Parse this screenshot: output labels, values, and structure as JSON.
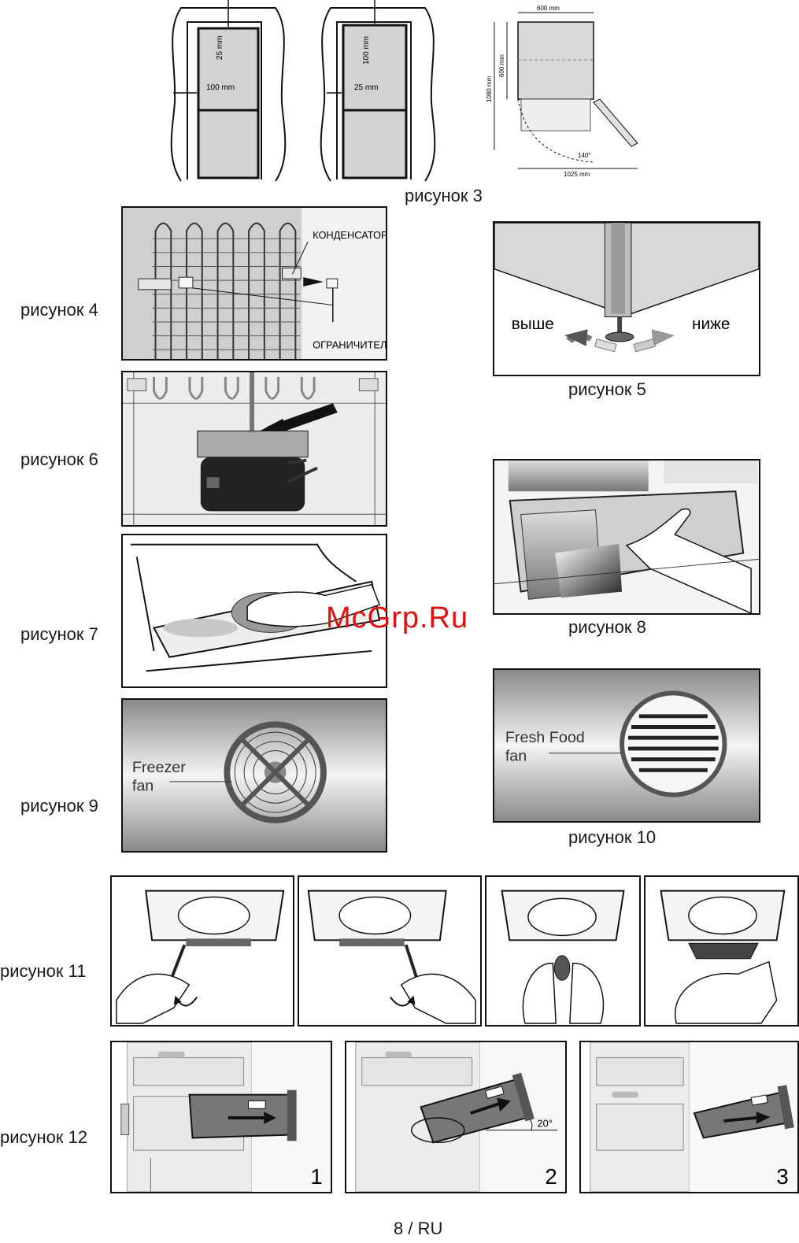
{
  "figures": {
    "fig3": {
      "caption": "рисунок 3",
      "labels": {
        "d25_top": "25 mm",
        "d100_side": "100 mm",
        "d100_top": "100 mm",
        "d25_side": "25 mm",
        "w600": "600 mm",
        "d600": "600 mm",
        "h1080": "1080 mm",
        "angle": "140°",
        "w1025": "1025 mm"
      }
    },
    "fig4": {
      "caption": "рисунок 4",
      "condenser": "КОНДЕНСАТОР",
      "limiter": "ОГРАНИЧИТЕЛЬ"
    },
    "fig5": {
      "caption": "рисунок 5",
      "higher": "выше",
      "lower": "ниже"
    },
    "fig6": {
      "caption": "рисунок 6"
    },
    "fig7": {
      "caption": "рисунок 7"
    },
    "fig8": {
      "caption": "рисунок 8"
    },
    "fig9": {
      "caption": "рисунок 9",
      "label_line1": "Freezer",
      "label_line2": "fan"
    },
    "fig10": {
      "caption": "рисунок 10",
      "label_line1": "Fresh Food",
      "label_line2": "fan"
    },
    "fig11": {
      "caption": "рисунок 11"
    },
    "fig12": {
      "caption": "рисунок 12",
      "step1": "1",
      "step2": "2",
      "step3": "3",
      "angle": "20°"
    }
  },
  "watermark": "McGrp.Ru",
  "page_number": "8 / RU"
}
